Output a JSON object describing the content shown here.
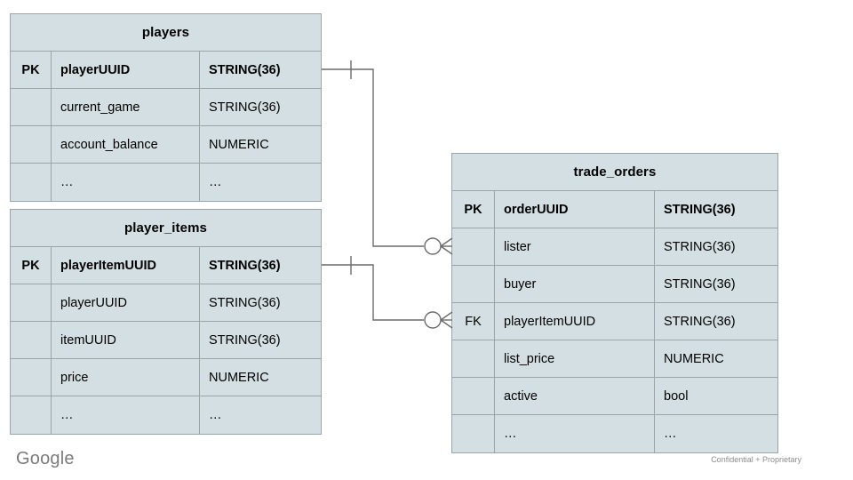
{
  "diagram": {
    "type": "entity-relationship-diagram",
    "notation": "crows-foot",
    "colors": {
      "table_fill": "#d3dfe2",
      "table_border": "#9aa5a8",
      "connector": "#6b6b6b",
      "text": "#000000",
      "footer_text": "#7b7b7b",
      "background": "#ffffff"
    },
    "tables": [
      {
        "id": "players",
        "title": "players",
        "columns": [
          {
            "key": "PK",
            "name": "playerUUID",
            "type": "STRING(36)",
            "pk": true
          },
          {
            "key": "",
            "name": "current_game",
            "type": "STRING(36)",
            "pk": false
          },
          {
            "key": "",
            "name": "account_balance",
            "type": "NUMERIC",
            "pk": false
          },
          {
            "key": "",
            "name": "…",
            "type": "…",
            "pk": false
          }
        ]
      },
      {
        "id": "player_items",
        "title": "player_items",
        "columns": [
          {
            "key": "PK",
            "name": "playerItemUUID",
            "type": "STRING(36)",
            "pk": true
          },
          {
            "key": "",
            "name": "playerUUID",
            "type": "STRING(36)",
            "pk": false
          },
          {
            "key": "",
            "name": "itemUUID",
            "type": "STRING(36)",
            "pk": false
          },
          {
            "key": "",
            "name": "price",
            "type": "NUMERIC",
            "pk": false
          },
          {
            "key": "",
            "name": "…",
            "type": "…",
            "pk": false
          }
        ]
      },
      {
        "id": "trade_orders",
        "title": "trade_orders",
        "columns": [
          {
            "key": "PK",
            "name": "orderUUID",
            "type": "STRING(36)",
            "pk": true
          },
          {
            "key": "",
            "name": "lister",
            "type": "STRING(36)",
            "pk": false
          },
          {
            "key": "",
            "name": "buyer",
            "type": "STRING(36)",
            "pk": false
          },
          {
            "key": "FK",
            "name": "playerItemUUID",
            "type": "STRING(36)",
            "pk": false
          },
          {
            "key": "",
            "name": "list_price",
            "type": "NUMERIC",
            "pk": false
          },
          {
            "key": "",
            "name": "active",
            "type": "bool",
            "pk": false
          },
          {
            "key": "",
            "name": "…",
            "type": "…",
            "pk": false
          }
        ]
      }
    ],
    "relationships": [
      {
        "id": "players-to-trade-orders",
        "from_table": "players",
        "from_column": "playerUUID",
        "from_cardinality": "one",
        "to_table": "trade_orders",
        "to_column": "lister",
        "to_cardinality": "zero-or-many"
      },
      {
        "id": "player-items-to-trade-orders",
        "from_table": "player_items",
        "from_column": "playerItemUUID",
        "from_cardinality": "one",
        "to_table": "trade_orders",
        "to_column": "playerItemUUID",
        "to_cardinality": "zero-or-many"
      }
    ]
  },
  "footer": {
    "logo_text": "Google",
    "note": "Confidential + Proprietary"
  }
}
